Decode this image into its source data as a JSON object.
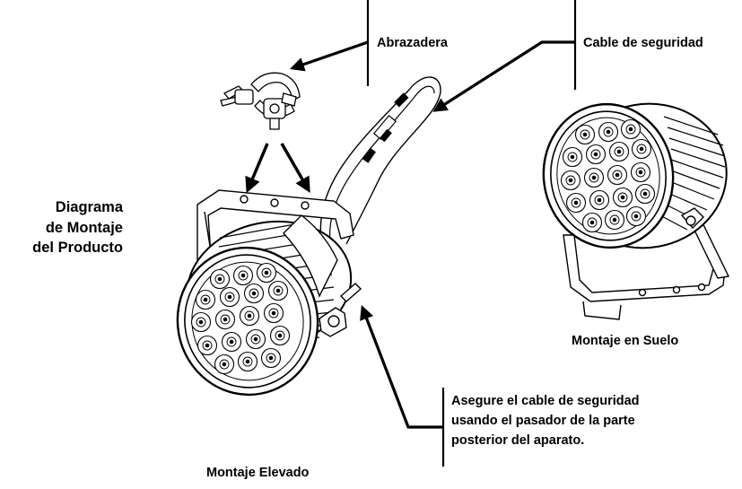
{
  "title_lines": [
    "Diagrama",
    "de Montaje",
    "del Producto"
  ],
  "callouts": {
    "clamp": "Abrazadera",
    "safety_cable": "Cable de seguridad",
    "secure_note_lines": [
      "Asegure el cable de seguridad",
      "usando el pasador de la parte",
      "posterior del aparato."
    ]
  },
  "captions": {
    "floor": "Montaje en Suelo",
    "overhead": "Montaje Elevado"
  },
  "colors": {
    "ink": "#000000",
    "fixture_fill": "#ffffff",
    "lens_fill": "#ffffff"
  },
  "icons": [
    "clamp-icon",
    "par-fixture-overhead-icon",
    "par-fixture-floor-icon",
    "safety-cable-icon",
    "arrow-icon"
  ]
}
